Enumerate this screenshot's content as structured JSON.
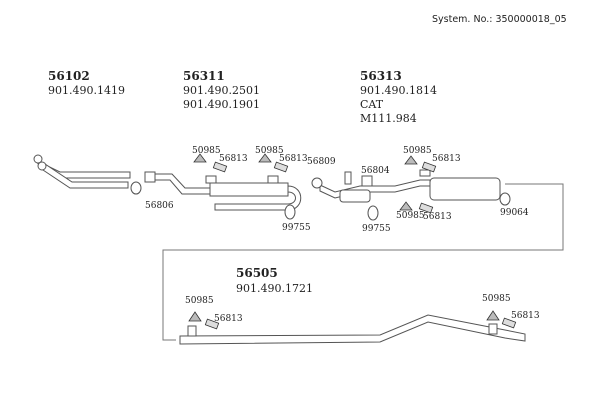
{
  "system_number": "System. No.: 350000018_05",
  "groups": [
    {
      "part": "56102",
      "refs": [
        "901.490.1419"
      ]
    },
    {
      "part": "56311",
      "refs": [
        "901.490.2501",
        "901.490.1901"
      ]
    },
    {
      "part": "56313",
      "refs": [
        "901.490.1814",
        "CAT",
        "M111.984"
      ]
    },
    {
      "part": "56505",
      "refs": [
        "901.490.1721"
      ]
    }
  ],
  "callouts": {
    "hanger_a1": "50985",
    "bracket_a1": "56813",
    "hanger_a2": "50985",
    "bracket_a2": "56813",
    "gasket_56809": "56809",
    "flange_56804": "56804",
    "hanger_b1": "50985",
    "bracket_b1": "56813",
    "hanger_b2": "50985",
    "bracket_b2": "56813",
    "ring_56806": "56806",
    "clamp_1": "99755",
    "clamp_2": "99755",
    "clamp_99064": "99064",
    "hanger_c1": "50985",
    "bracket_c1": "56813",
    "hanger_c2": "50985",
    "bracket_c2": "56813"
  }
}
